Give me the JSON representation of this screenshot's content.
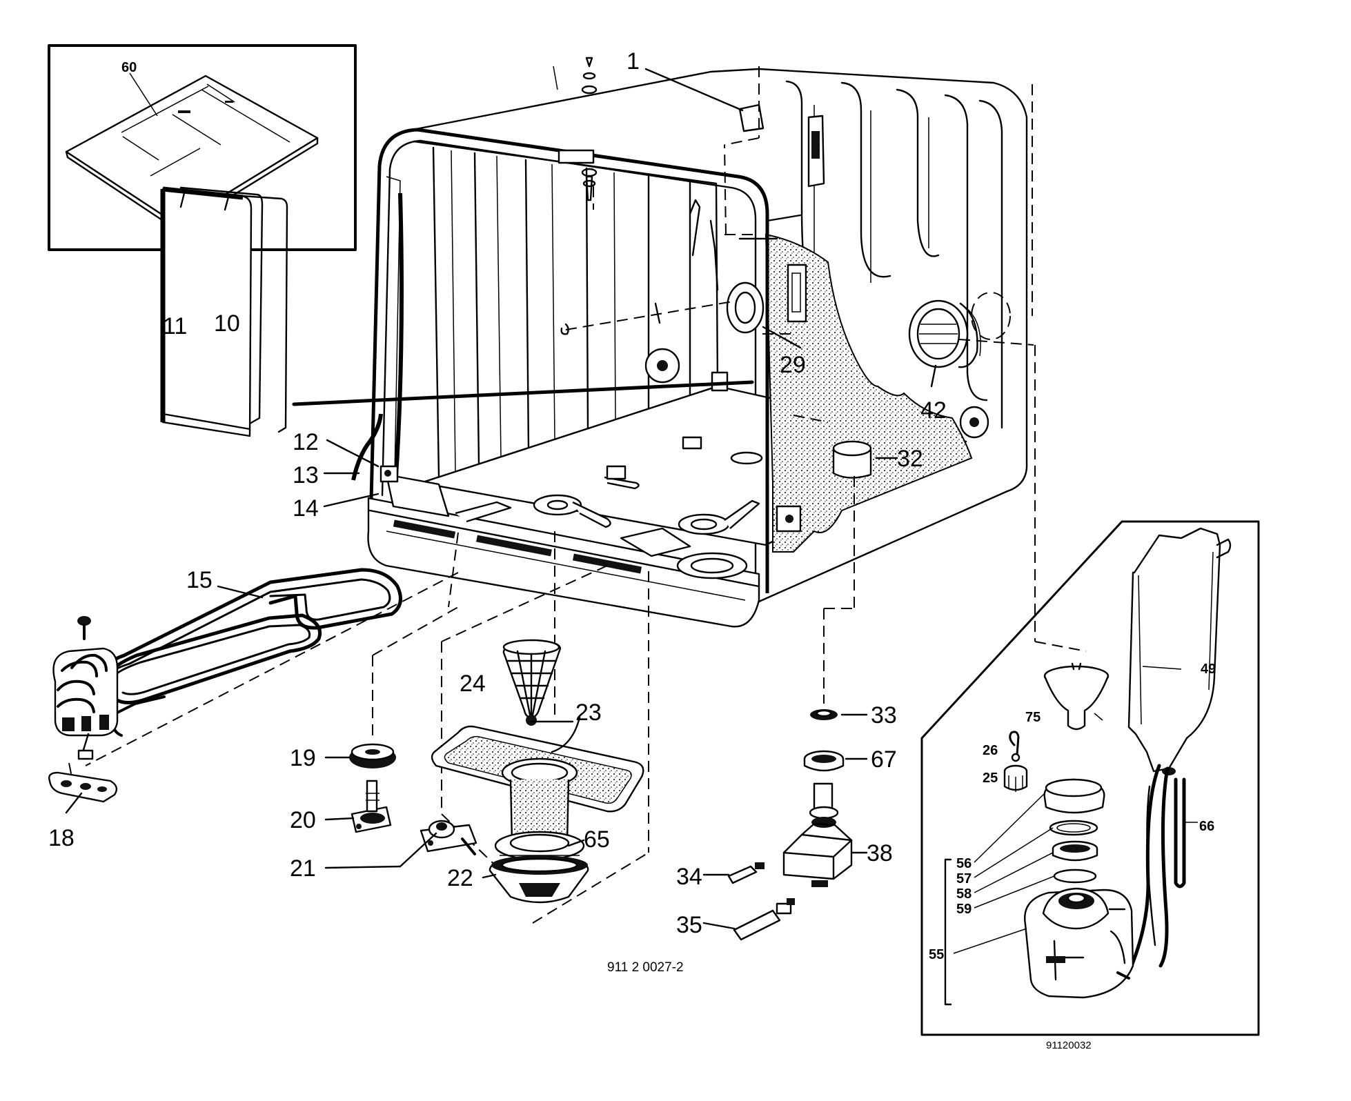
{
  "drawing_number": "911 2 0027-2",
  "inset_drawing_number": "91120032",
  "labels": {
    "p1": "1",
    "p10": "10",
    "p11": "11",
    "p12": "12",
    "p13": "13",
    "p14": "14",
    "p15": "15",
    "p18": "18",
    "p19": "19",
    "p20": "20",
    "p21": "21",
    "p22": "22",
    "p23": "23",
    "p24": "24",
    "p25": "25",
    "p26": "26",
    "p29": "29",
    "p32": "32",
    "p33": "33",
    "p34": "34",
    "p35": "35",
    "p38": "38",
    "p42": "42",
    "p49": "49",
    "p55": "55",
    "p56": "56",
    "p57": "57",
    "p58": "58",
    "p59": "59",
    "p60": "60",
    "p65": "65",
    "p66": "66",
    "p67": "67",
    "p75": "75"
  }
}
